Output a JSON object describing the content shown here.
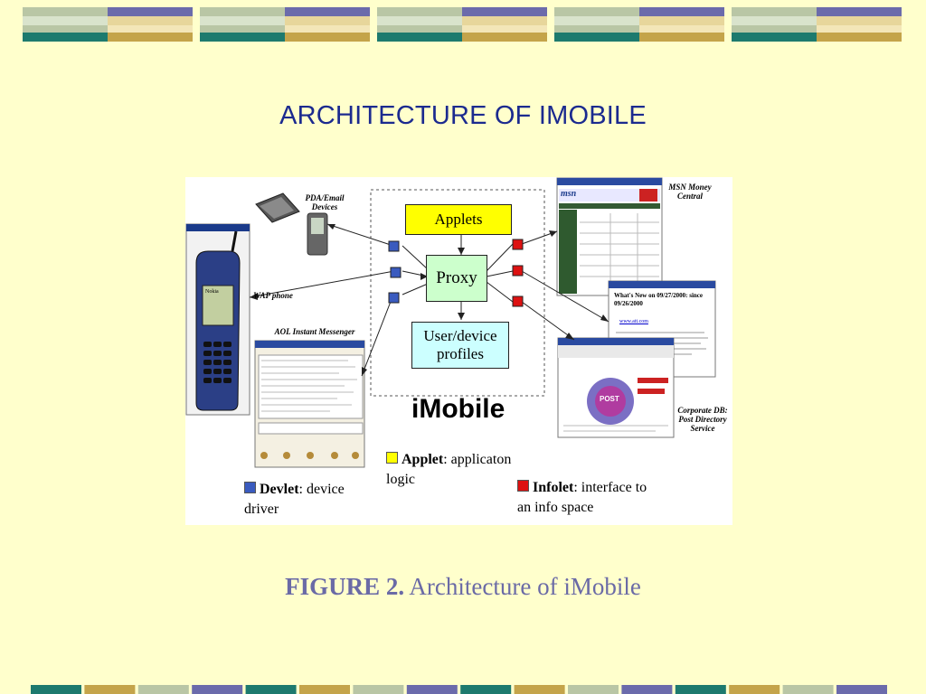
{
  "slide": {
    "title": "ARCHITECTURE OF IMOBILE",
    "caption_prefix": "FIGURE 2.",
    "caption_text": " Architecture of iMobile"
  },
  "colors": {
    "background": "#ffffcc",
    "title": "#1b2a8f",
    "caption": "#6a6aa6",
    "band_teal": "#1d7a6e",
    "band_tan": "#c4a44a",
    "band_purple": "#6b6bab",
    "band_sage": "#b9c6a5",
    "applets_box": "#ffff00",
    "profiles_box": "#ccffff",
    "proxy_box": "#ccffcc",
    "devlet": "#3a5bbf",
    "infolet": "#dd1111",
    "applet": "#ffff00"
  },
  "diagram": {
    "applets_label": "Applets",
    "proxy_label": "Proxy",
    "profiles_label": "User/device profiles",
    "brand_label": "iMobile",
    "clients": {
      "pda": "PDA/Email Devices",
      "wap": "WAP phone",
      "aol": "AOL Instant Messenger"
    },
    "services": {
      "msn": "MSN Money Central",
      "corp": "Corporate DB: Post Directory Service"
    },
    "whats_new": {
      "heading": "What's New on 09/27/2000: since 09/26/2000",
      "link": "www.att.com"
    },
    "msn_banner": "msn",
    "phone_screen": "Nokia",
    "legend": {
      "applet_term": "Applet",
      "applet_desc": ": applicaton logic",
      "devlet_term": "Devlet",
      "devlet_desc": ": device driver",
      "infolet_term": "Infolet",
      "infolet_desc": ": interface to an info space"
    }
  }
}
